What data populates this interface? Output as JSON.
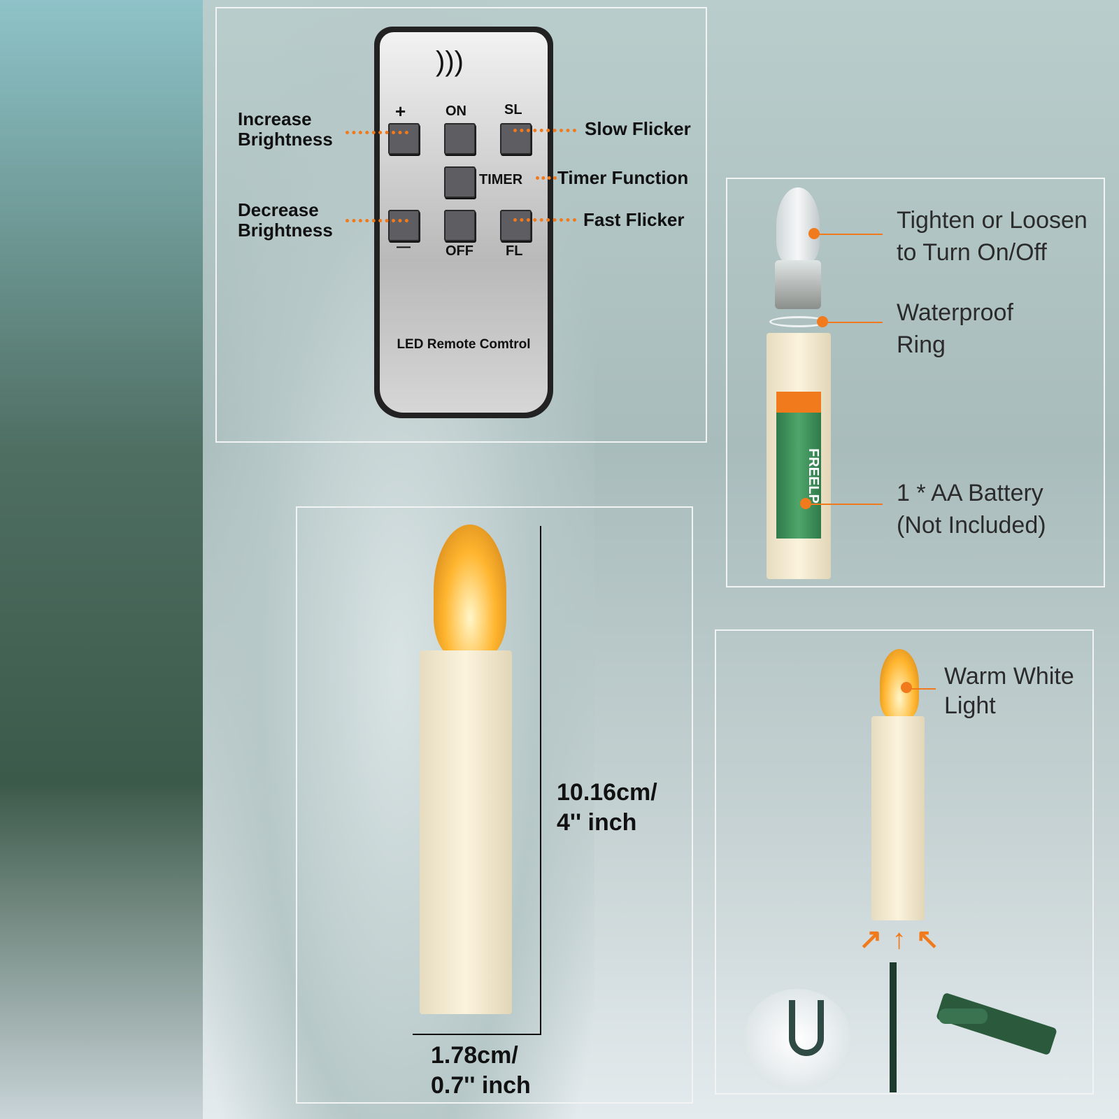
{
  "remote": {
    "title": "LED Remote Comtrol",
    "buttons": {
      "plus": "+",
      "on": "ON",
      "sl": "SL",
      "timer": "TIMER",
      "minus": "—",
      "off": "OFF",
      "fl": "FL"
    },
    "labels": {
      "increase": "Increase Brightness",
      "decrease": "Decrease Brightness",
      "slow": "Slow Flicker",
      "timer": "Timer Function",
      "fast": "Fast Flicker"
    }
  },
  "parts": {
    "tighten": "Tighten or Loosen to Turn On/Off",
    "ring": "Waterproof Ring",
    "battery": "1 * AA Battery (Not Included)",
    "battery_brand": "FREELP"
  },
  "dimensions": {
    "height": "10.16cm/ 4'' inch",
    "width": "1.78cm/ 0.7'' inch"
  },
  "mounting": {
    "light": "Warm White Light"
  },
  "colors": {
    "accent": "#f07a1c"
  }
}
